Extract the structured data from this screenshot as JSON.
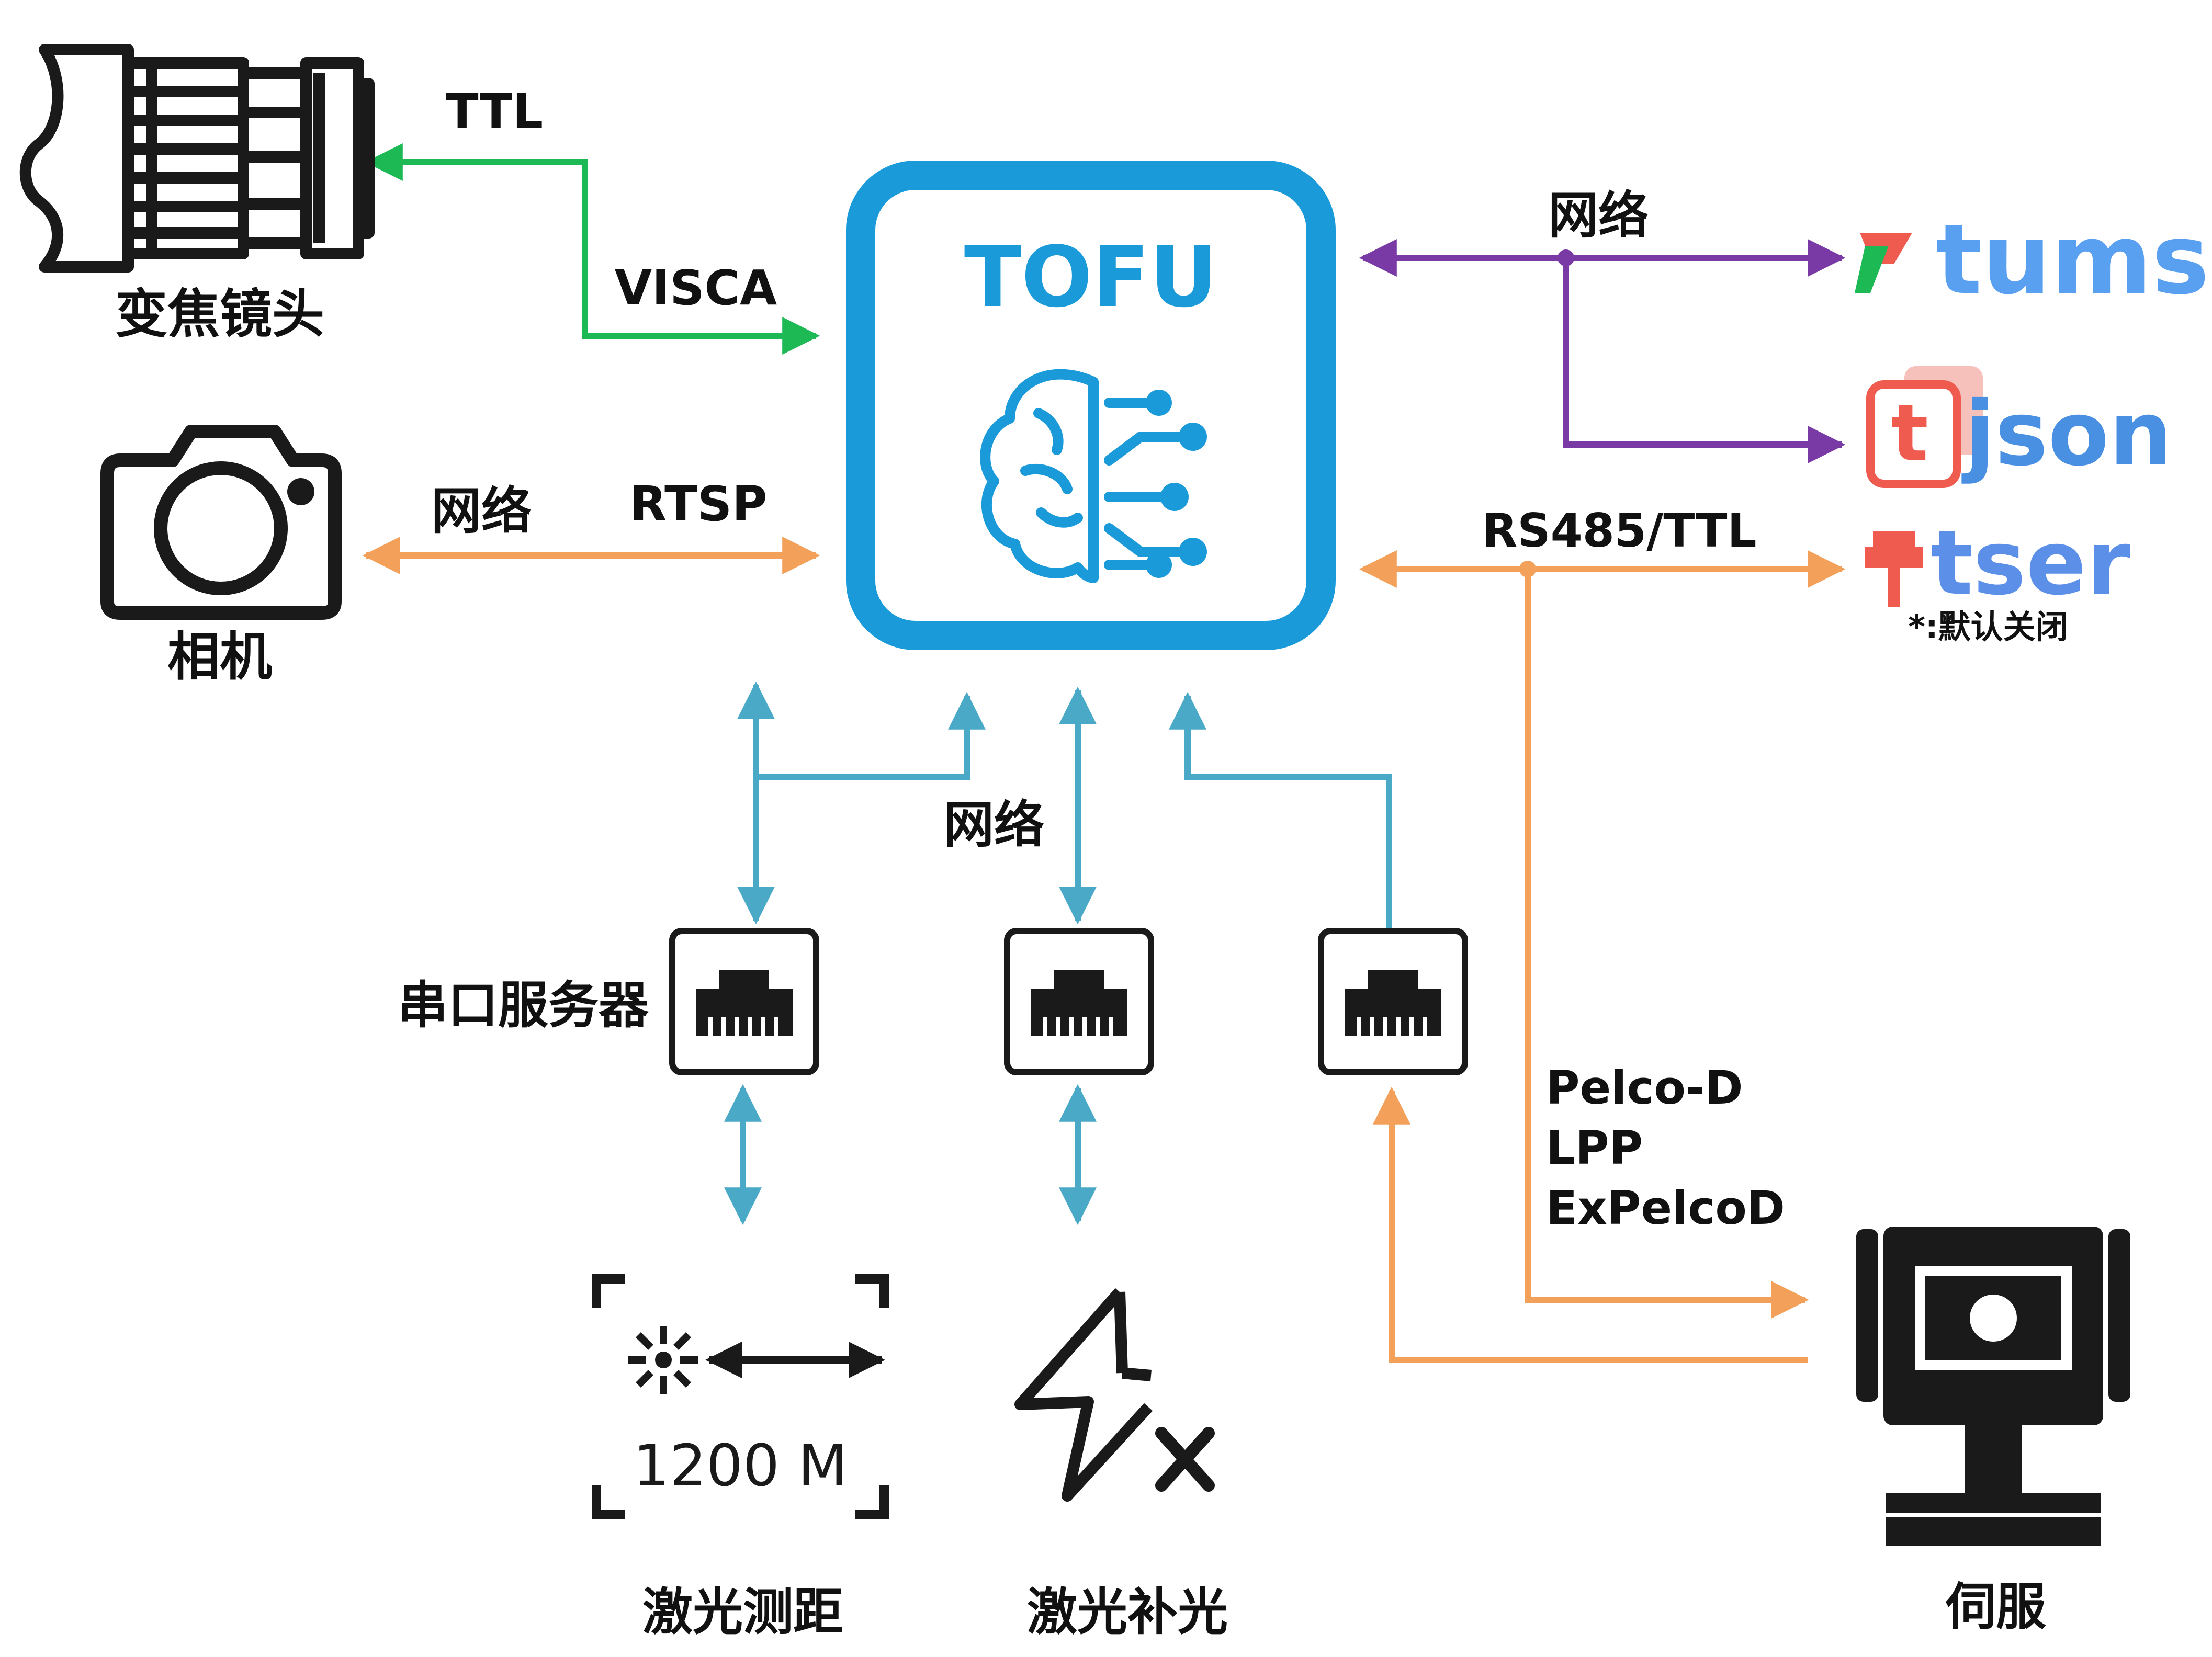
{
  "center": {
    "title": "TOFU",
    "color": "#1a9ad9"
  },
  "devices": {
    "zoom_lens": "变焦镜头",
    "camera": "相机",
    "serial_server": "串口服务器",
    "laser_ranging": "激光测距",
    "laser_fill": "激光补光",
    "servo": "伺服",
    "range_value": "1200 M"
  },
  "links": {
    "ttl": "TTL",
    "visca": "VISCA",
    "network_camera": "网络",
    "rtsp": "RTSP",
    "network_right": "网络",
    "rs485_ttl": "RS485/TTL",
    "network_bottom": "网络",
    "pelco_d": "Pelco-D",
    "lpp": "LPP",
    "expelcod": "ExPelcoD"
  },
  "outputs": {
    "tums": "tums",
    "json": "json",
    "tser": "tser",
    "tser_note": "*:默认关闭"
  },
  "colors": {
    "green": "#1db954",
    "purple": "#7a3aa6",
    "orange": "#f2a05a",
    "teal": "#4aa9c7",
    "icon_black": "#1a1a1a",
    "tums_blue": "#5aa0f0",
    "json_blue": "#4a90e2",
    "tser_blue": "#5b8fe8",
    "logo_red": "#ef5b4f"
  },
  "icons": [
    "zoom-lens-icon",
    "camera-icon",
    "brain-circuit-icon",
    "ethernet-port-icon",
    "laser-rangefinder-icon",
    "flash-off-icon",
    "ptz-servo-icon",
    "tums-logo-icon",
    "json-file-icon",
    "tser-plug-icon"
  ]
}
